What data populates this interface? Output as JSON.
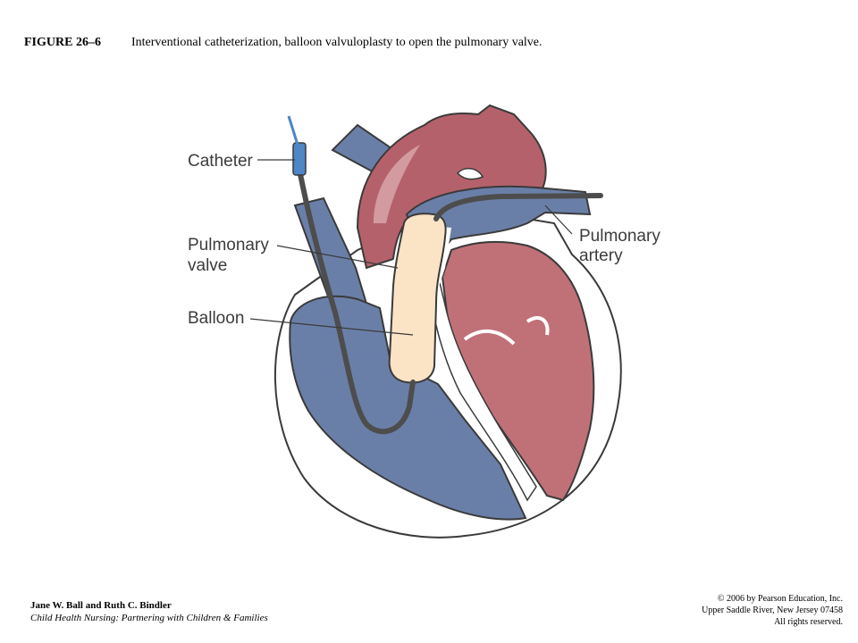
{
  "caption": {
    "figure_number": "FIGURE 26–6",
    "text": "Interventional catheterization, balloon valvuloplasty to open the pulmonary valve."
  },
  "diagram": {
    "labels": {
      "catheter": "Catheter",
      "pulmonary_valve_line1": "Pulmonary",
      "pulmonary_valve_line2": "valve",
      "balloon": "Balloon",
      "pulmonary_artery_line1": "Pulmonary",
      "pulmonary_artery_line2": "artery"
    },
    "colors": {
      "venous_blue": "#6a7fa8",
      "arterial_red": "#c07178",
      "aorta_red": "#b5616b",
      "balloon": "#fbe3c6",
      "catheter": "#4d4d4d",
      "catheter_tip": "#4f86c6",
      "outline": "#3a3a3a"
    }
  },
  "footer": {
    "authors": "Jane W. Ball and Ruth C. Bindler",
    "book": "Child Health Nursing: Partnering with Children & Families",
    "copyright_line1": "© 2006 by Pearson Education, Inc.",
    "copyright_line2": "Upper Saddle River, New Jersey 07458",
    "copyright_line3": "All rights reserved."
  }
}
